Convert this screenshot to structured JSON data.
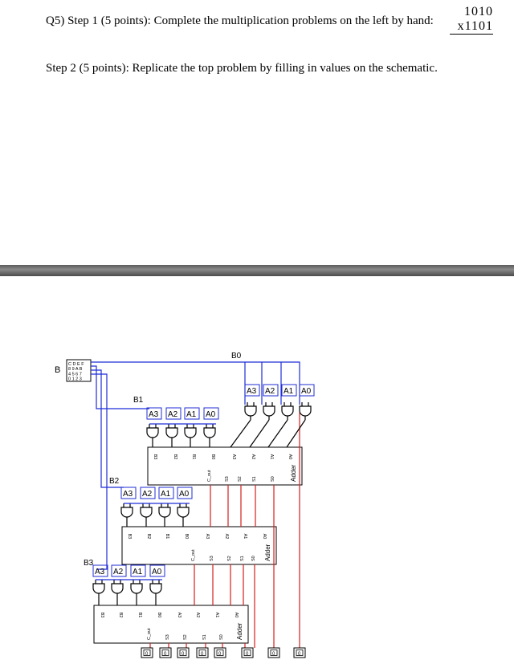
{
  "question": {
    "step1": "Q5) Step 1 (5 points): Complete the multiplication problems on the left by hand:",
    "step2": "Step 2 (5 points): Replicate the top problem by filling in values on the schematic."
  },
  "multiplication": {
    "top": "1010",
    "bottom": "x1101"
  },
  "schematic": {
    "b_label": "B",
    "keypad": [
      "C D E F",
      "8 9 A B",
      "4 5 6 7",
      "0 1 2 3"
    ],
    "bit_labels": [
      "B0",
      "B1",
      "B2",
      "B3"
    ],
    "a_labels": [
      "A3",
      "A2",
      "A1",
      "A0"
    ],
    "adder_label": "Adder",
    "adder_pins_top": [
      "B3",
      "B2",
      "B1",
      "B0",
      "A3",
      "A2",
      "A1",
      "A0"
    ],
    "adder_pins_bottom": [
      "C_out",
      "S3",
      "S2",
      "S1",
      "S0"
    ],
    "led_value": "0"
  },
  "colors": {
    "blue_wire": "#1f2dd6",
    "red_wire": "#d61f1f",
    "black_wire": "#000000"
  }
}
